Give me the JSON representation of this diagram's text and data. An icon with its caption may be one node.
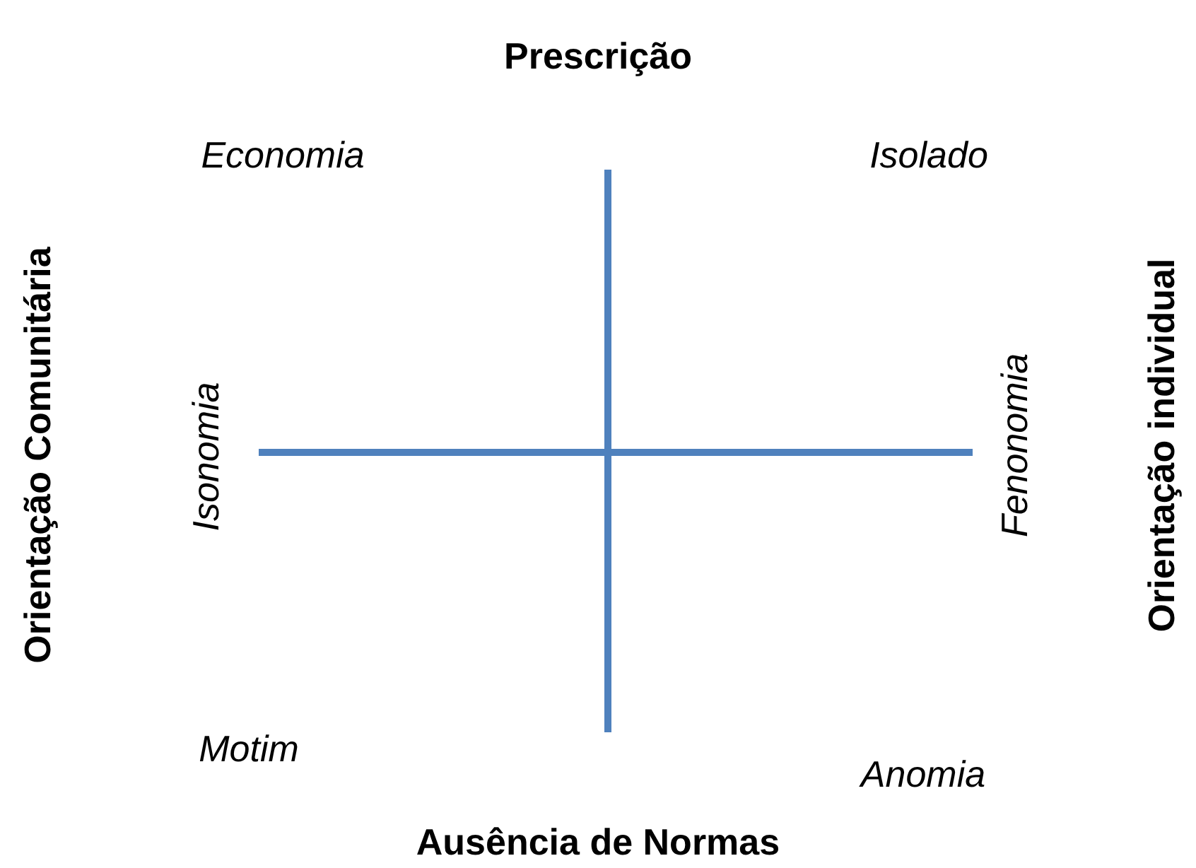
{
  "diagram": {
    "labels": [
      "Prescrição",
      "Economia",
      "Isolado",
      "Orientação Comunitária",
      "Isonomia",
      "Fenonomia",
      "Orientação individual",
      "Motim",
      "Anomia",
      "Ausência de Normas"
    ]
  }
}
